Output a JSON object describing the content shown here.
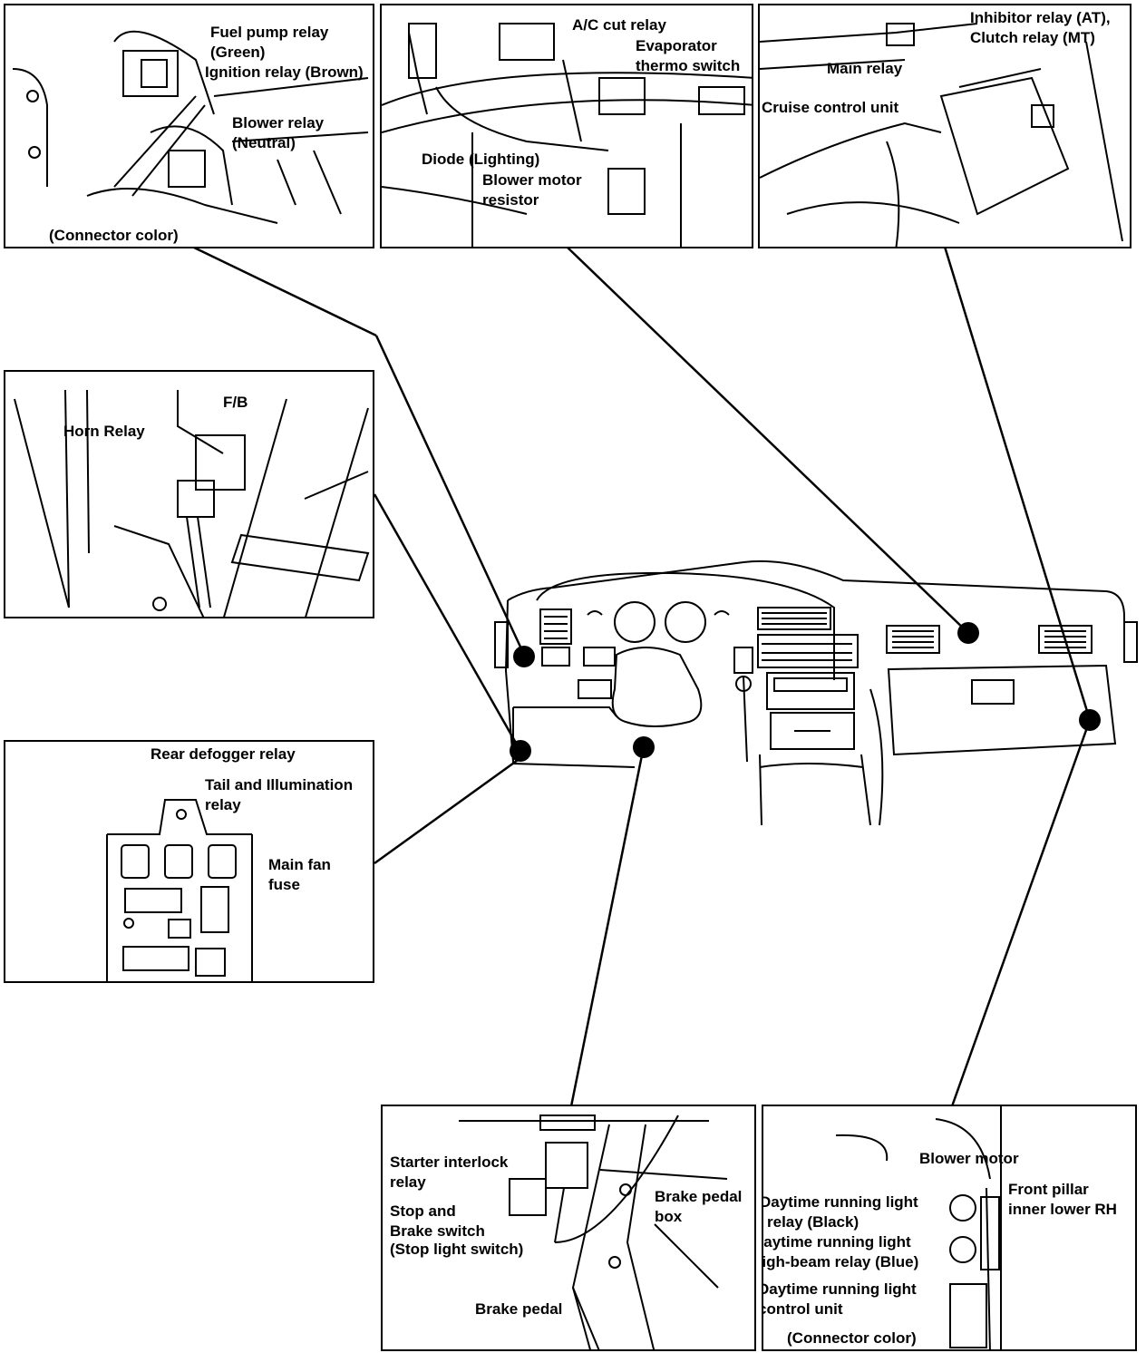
{
  "panels": {
    "top_left": {
      "fuel_pump_relay": "Fuel pump relay",
      "fuel_pump_color": "(Green)",
      "ignition_relay": "Ignition relay (Brown)",
      "blower_relay": "Blower relay",
      "blower_relay_color": "(Neutral)",
      "connector_color": "(Connector color)"
    },
    "top_middle": {
      "ac_cut_relay": "A/C cut relay",
      "evaporator_1": "Evaporator",
      "evaporator_2": "thermo switch",
      "diode": "Diode (Lighting)",
      "blower_resistor_1": "Blower motor",
      "blower_resistor_2": "resistor"
    },
    "top_right": {
      "inhibitor_relay": "Inhibitor relay (AT),",
      "clutch_relay": "Clutch relay (MT)",
      "main_relay": "Main relay",
      "cruise_control": "Cruise control unit"
    },
    "horn": {
      "fb": "F/B",
      "horn_relay": "Horn Relay"
    },
    "fuse_box": {
      "rear_defogger": "Rear defogger relay",
      "tail_illum_1": "Tail and Illumination",
      "tail_illum_2": "relay",
      "main_fan_1": "Main fan",
      "main_fan_2": "fuse"
    },
    "pedal": {
      "starter_1": "Starter interlock",
      "starter_2": "relay",
      "stop_1": "Stop and",
      "stop_2": "Brake switch",
      "stop_3": "(Stop light switch)",
      "brake_box_1": "Brake pedal",
      "brake_box_2": "box",
      "brake_pedal": "Brake pedal"
    },
    "pillar": {
      "blower_motor": "Blower motor",
      "front_pillar_1": "Front pillar",
      "front_pillar_2": "inner lower RH",
      "drl_relay_1": "Daytime running light",
      "drl_relay_2": "relay (Black)",
      "drl_hb_1": "Daytime running light",
      "drl_hb_2": "high-beam relay (Blue)",
      "drl_cu_1": "Daytime running light",
      "drl_cu_2": "control unit",
      "connector_color": "(Connector color)"
    }
  }
}
